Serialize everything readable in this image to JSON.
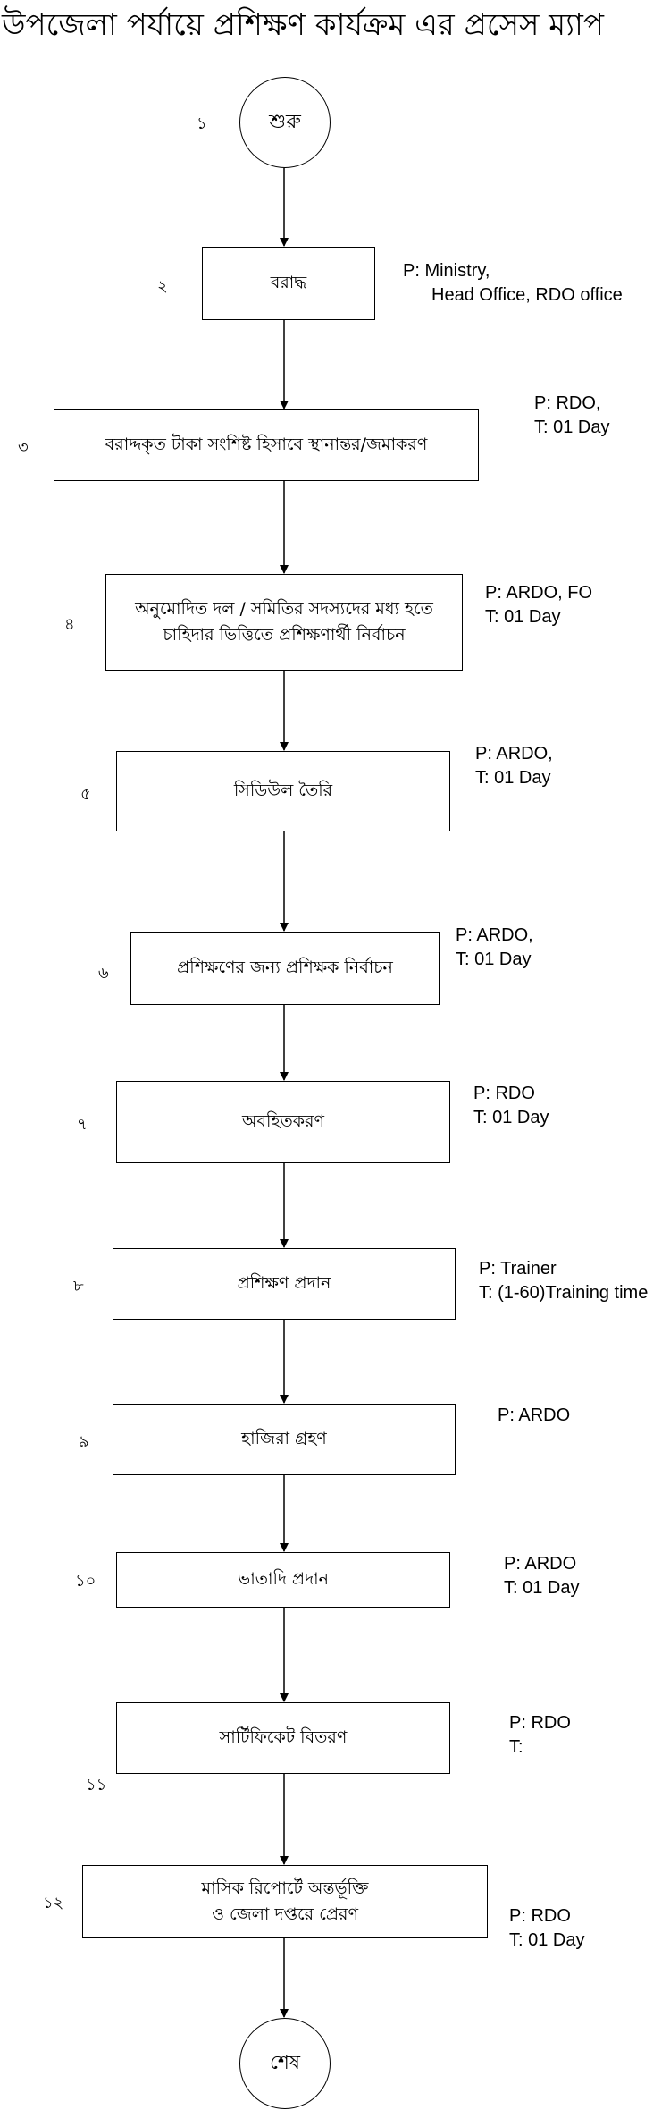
{
  "title": "উপজেলা পর্যায়ে প্রশিক্ষণ কার্যক্রম এর প্রসেস ম্যাপ",
  "start": {
    "num": "১",
    "label": "শুরু"
  },
  "end": {
    "label": "শেষ"
  },
  "steps": [
    {
      "num": "২",
      "label": "বরাদ্ধ",
      "notes": [
        "P:  Ministry,",
        "Head Office, RDO office"
      ]
    },
    {
      "num": "৩",
      "label": "বরাদ্দকৃত টাকা সংশিষ্ট হিসাবে স্থানান্তর/জমাকরণ",
      "notes": [
        "P:  RDO,",
        "T:  01 Day"
      ]
    },
    {
      "num": "৪",
      "label": "অনুমোদিত দল / সমিতির সদস্যদের মধ্য হতে\nচাহিদার ভিত্তিতে প্রশিক্ষণার্থী নির্বাচন",
      "notes": [
        "P:  ARDO, FO",
        "T:  01 Day"
      ]
    },
    {
      "num": "৫",
      "label": "সিডিউল তৈরি",
      "notes": [
        "P:  ARDO,",
        "T:  01 Day"
      ]
    },
    {
      "num": "৬",
      "label": "প্রশিক্ষণের জন্য প্রশিক্ষক নির্বাচন",
      "notes": [
        "P:  ARDO,",
        "T:  01 Day"
      ]
    },
    {
      "num": "৭",
      "label": "অবহিতকরণ",
      "notes": [
        "P: RDO",
        "T:  01 Day"
      ]
    },
    {
      "num": "৮",
      "label": "প্রশিক্ষণ প্রদান",
      "notes": [
        "P: Trainer",
        "T:  (1-60)Training time"
      ]
    },
    {
      "num": "৯",
      "label": "হাজিরা গ্রহণ",
      "notes": [
        "P: ARDO"
      ]
    },
    {
      "num": "১০",
      "label": "ভাতাদি প্রদান",
      "notes": [
        "P: ARDO",
        "T:  01 Day"
      ]
    },
    {
      "num": "১১",
      "label": "সার্টিফিকেট বিতরণ",
      "notes": [
        "P: RDO",
        "T:"
      ]
    },
    {
      "num": "১২",
      "label": "মাসিক রিপোর্টে অন্তর্ভূক্তি\nও জেলা দপ্তরে প্রেরণ",
      "notes": [
        "P: RDO",
        "T:  01 Day"
      ]
    }
  ]
}
